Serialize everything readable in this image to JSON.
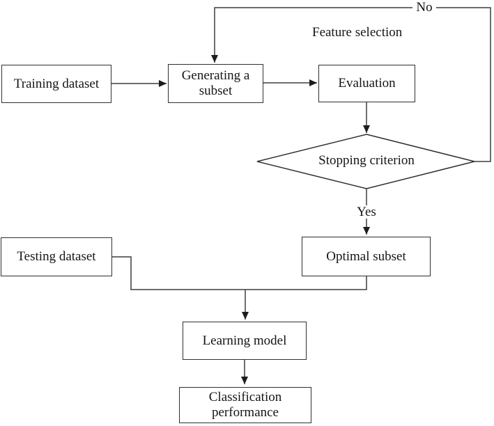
{
  "diagram": {
    "caption": "Feature selection",
    "nodes": {
      "training_dataset": {
        "label": "Training dataset"
      },
      "generating_subset": {
        "label": "Generating a subset"
      },
      "evaluation": {
        "label": "Evaluation"
      },
      "stopping_criterion": {
        "label": "Stopping criterion"
      },
      "optimal_subset": {
        "label": "Optimal subset"
      },
      "testing_dataset": {
        "label": "Testing dataset"
      },
      "learning_model": {
        "label": "Learning model"
      },
      "classification_performance": {
        "label": "Classification performance"
      }
    },
    "edge_labels": {
      "no": "No",
      "yes": "Yes"
    },
    "colors": {
      "background": "#ffffff",
      "line": "#3d3d3d",
      "border": "#2f2f2f",
      "text": "#151515",
      "node_fill": "#ffffff"
    }
  }
}
